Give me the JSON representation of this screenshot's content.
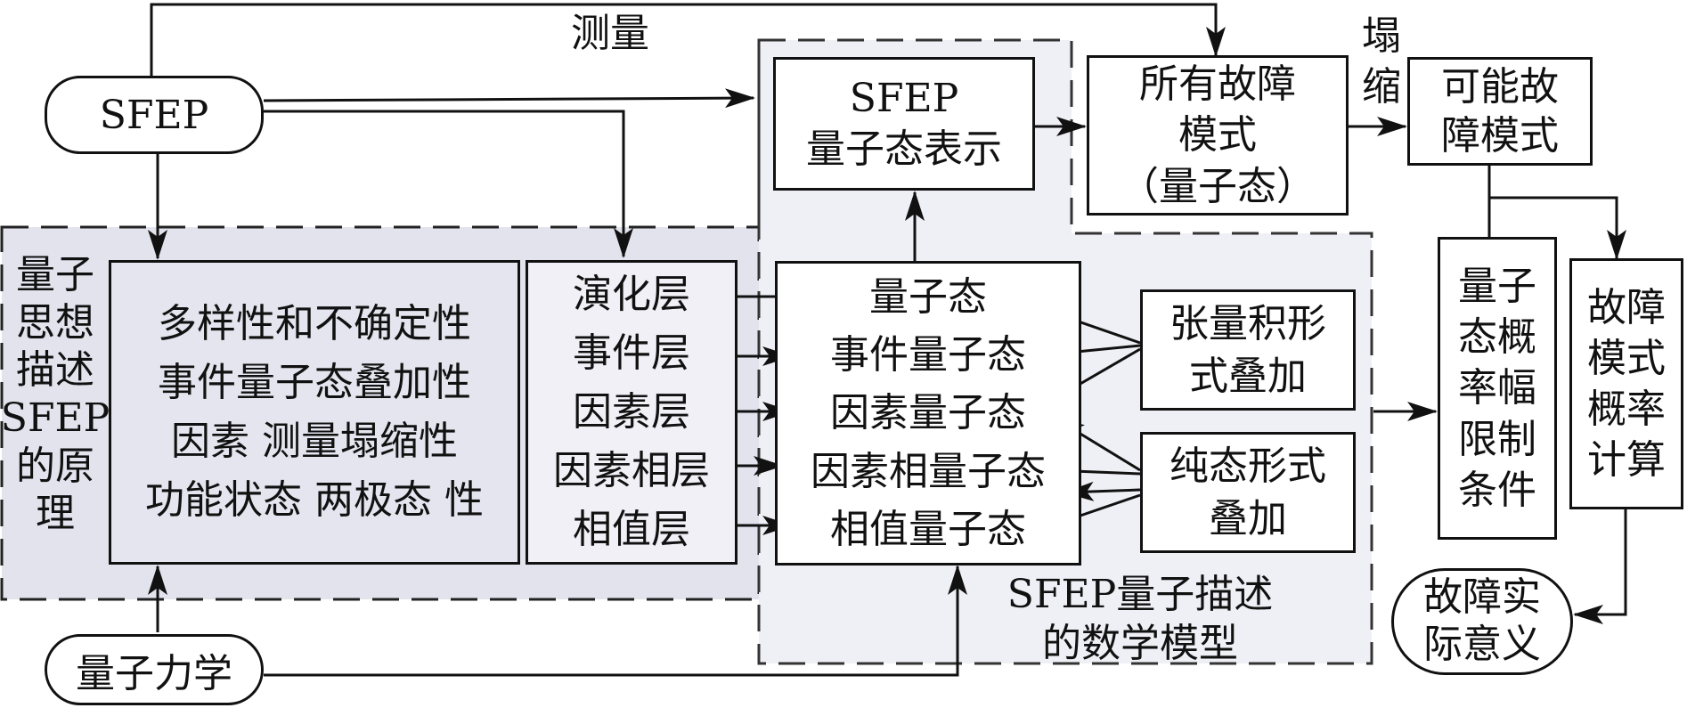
{
  "nodes": {
    "sfep": "SFEP",
    "quantum_mechanics": "量子力学",
    "principle_title": [
      "量子",
      "思想",
      "描述",
      "SFEP",
      "的原",
      "理"
    ],
    "properties": [
      "多样性和不确定性",
      "事件量子态叠加性",
      "因素 测量塌缩性",
      "功能状态 两极态 性"
    ],
    "layers": [
      "演化层",
      "事件层",
      "因素层",
      "因素相层",
      "相值层"
    ],
    "quantum_states": [
      "量子态",
      "事件量子态",
      "因素量子态",
      "因素相量子态",
      "相值量子态"
    ],
    "sfep_state_repr": [
      "SFEP",
      "量子态表示"
    ],
    "tensor_superposition": [
      "张量积形",
      "式叠加"
    ],
    "pure_superposition": [
      "纯态形式",
      "叠加"
    ],
    "math_model": [
      "SFEP量子描述",
      "的数学模型"
    ],
    "all_failure_modes": [
      "所有故障",
      "模式",
      "（量子态）"
    ],
    "possible_failure_modes": [
      "可能故",
      "障模式"
    ],
    "prob_limits": [
      "量子",
      "态概",
      "率幅",
      "限制",
      "条件"
    ],
    "failure_prob_calc": [
      "故障",
      "模式",
      "概率",
      "计算"
    ],
    "failure_meaning": [
      "故障实",
      "际意义"
    ]
  },
  "edge_labels": {
    "measure": "测量",
    "collapse": [
      "塌",
      "缩"
    ]
  }
}
